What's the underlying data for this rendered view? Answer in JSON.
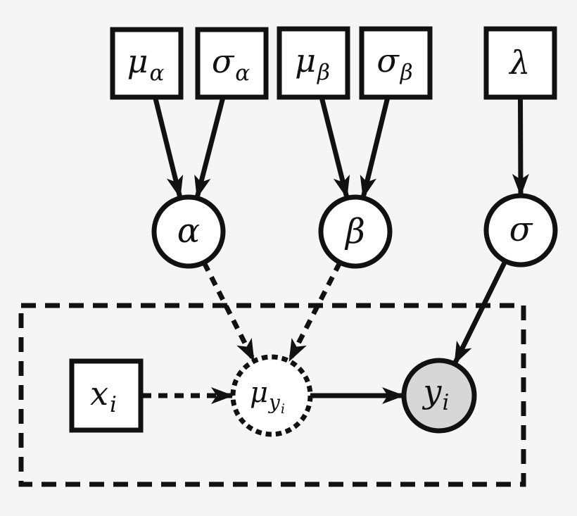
{
  "diagram": {
    "type": "probabilistic-graphical-model-plate-notation",
    "colors": {
      "background": "#f5f5f5",
      "node_fill": "#ffffff",
      "observed_node_fill": "#d7d7d7",
      "ink": "#111111"
    },
    "nodes": {
      "mu_alpha": {
        "main": "μ",
        "sub": "α",
        "shape": "square"
      },
      "sigma_alpha": {
        "main": "σ",
        "sub": "α",
        "shape": "square"
      },
      "mu_beta": {
        "main": "μ",
        "sub": "β",
        "shape": "square"
      },
      "sigma_beta": {
        "main": "σ",
        "sub": "β",
        "shape": "square"
      },
      "lambda": {
        "main": "λ",
        "shape": "square"
      },
      "alpha": {
        "main": "α",
        "shape": "circle"
      },
      "beta": {
        "main": "β",
        "shape": "circle"
      },
      "sigma": {
        "main": "σ",
        "shape": "circle"
      },
      "x_i": {
        "main": "x",
        "sub": "i",
        "shape": "square"
      },
      "mu_y_i": {
        "main": "μ",
        "sub": "y",
        "subsub": "i",
        "shape": "dashed-circle"
      },
      "y_i": {
        "main": "y",
        "sub": "i",
        "shape": "shaded-circle"
      }
    },
    "edges": [
      {
        "from": "mu_alpha",
        "to": "alpha",
        "style": "solid"
      },
      {
        "from": "sigma_alpha",
        "to": "alpha",
        "style": "solid"
      },
      {
        "from": "mu_beta",
        "to": "beta",
        "style": "solid"
      },
      {
        "from": "sigma_beta",
        "to": "beta",
        "style": "solid"
      },
      {
        "from": "lambda",
        "to": "sigma",
        "style": "solid"
      },
      {
        "from": "alpha",
        "to": "mu_y_i",
        "style": "dashed"
      },
      {
        "from": "beta",
        "to": "mu_y_i",
        "style": "dashed"
      },
      {
        "from": "x_i",
        "to": "mu_y_i",
        "style": "dashed"
      },
      {
        "from": "mu_y_i",
        "to": "y_i",
        "style": "solid"
      },
      {
        "from": "sigma",
        "to": "y_i",
        "style": "solid"
      }
    ],
    "plate": {
      "style": "dashed-rectangle"
    }
  }
}
